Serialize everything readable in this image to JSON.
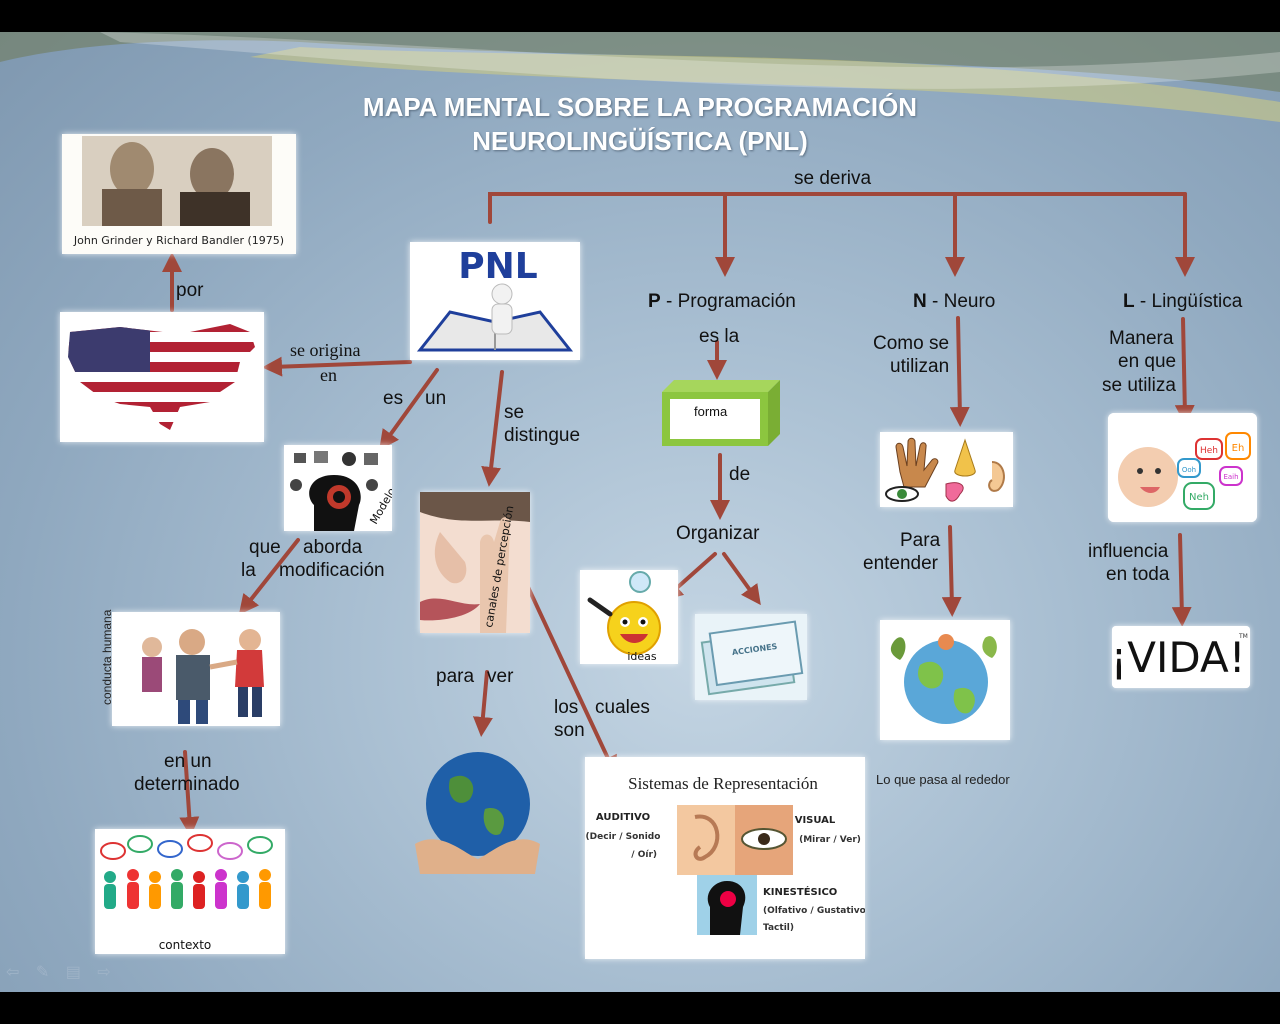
{
  "title_line1": "MAPA MENTAL SOBRE LA PROGRAMACIÓN",
  "title_line2": "NEUROLINGÜÍSTICA (PNL)",
  "labels": {
    "se_deriva": "se deriva",
    "por": "por",
    "se_origina": "se origina",
    "en": "en",
    "es": "es",
    "un": "un",
    "se": "se",
    "distingue": "distingue",
    "que": "que",
    "aborda": "aborda",
    "la": "la",
    "modificacion": "modificación",
    "para": "para",
    "ver": "ver",
    "los": "los",
    "cuales": "cuales",
    "son": "son",
    "en_un_1": "en un",
    "determinado": "determinado",
    "p_letter": "P",
    "p_word": "- Programación",
    "es_la": "es la",
    "forma": "forma",
    "de": "de",
    "organizar": "Organizar",
    "n_letter": "N",
    "n_word": "- Neuro",
    "como_se": "Como se",
    "utilizan": "utilizan",
    "para2": "Para",
    "entender": "entender",
    "l_letter": "L",
    "l_word": "- Lingüística",
    "manera": "Manera",
    "en_que": "en que",
    "se_utiliza": "se utiliza",
    "influencia": "influencia",
    "en_toda": "en toda"
  },
  "images": {
    "founders_caption": "John Grinder y Richard Bandler (1975)",
    "pnl_text": "PNL",
    "modelo_text": "Modelo",
    "conducta_text": "conducta humana",
    "canales_text": "canales de percepción",
    "contexto_text": "contexto",
    "ideas_text": "ideas",
    "acciones_text": "ACCIONES",
    "lo_que_pasa": "Lo que pasa al rededor",
    "vida_text": "¡VIDA!",
    "tm": "TM",
    "sr_title": "Sistemas de Representación",
    "auditivo": "AUDITIVO",
    "auditivo_sub1": "(Decir / Sonido",
    "auditivo_sub2": "/ Oír)",
    "visual": "VISUAL",
    "visual_sub": "(Mirar / Ver)",
    "kinestesico": "KINESTÉSICO",
    "kin_sub1": "(Olfativo / Gustativo",
    "kin_sub2": "Tactil)",
    "bubble_words": [
      "Heh",
      "Eh",
      "Ooh",
      "Eaih",
      "Neh"
    ]
  },
  "colors": {
    "arrow": "#a0473a",
    "title": "#ffffff",
    "forma_box": "#8cc63f"
  }
}
